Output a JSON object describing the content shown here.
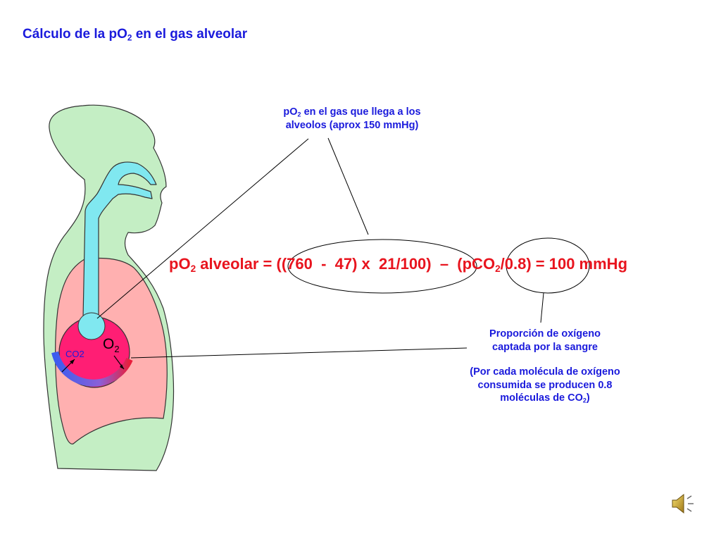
{
  "title": {
    "text": "Cálculo de la pO",
    "sub": "2",
    "rest": " en el gas alveolar"
  },
  "top_note": {
    "line1_a": "pO",
    "line1_sub": "2",
    "line1_b": " en el gas que llega a los",
    "line2": "alveolos (aprox 150 mmHg)"
  },
  "equation": {
    "p1": "pO",
    "p1_sub": "2",
    "p2": " alveolar = ((760  -  47) x  21/100)  –  (pCO",
    "p2_sub": "2",
    "p3": "/0.8) = 100 mmHg"
  },
  "bottom_note": {
    "line1": "Proporción de oxígeno",
    "line2": "captada por la sangre",
    "line3": "(Por cada molécula de oxígeno",
    "line4": "consumida se producen 0.8",
    "line5_a": "moléculas de CO",
    "line5_sub": "2",
    "line5_b": ")"
  },
  "diagram_labels": {
    "o2": "O",
    "o2_sub": "2",
    "co2": "CO2"
  },
  "icons": {
    "speaker": "speaker-icon"
  },
  "colors": {
    "title_blue": "#1a1adc",
    "equation_red": "#e8141e",
    "body_green": "#c4eec4",
    "airway_cyan": "#80e8f0",
    "lung_pink": "#ffb0b0",
    "alveolus_magenta": "#ff1e74",
    "capillary_blue": "#3a5cf0",
    "capillary_red": "#e81e3c"
  }
}
